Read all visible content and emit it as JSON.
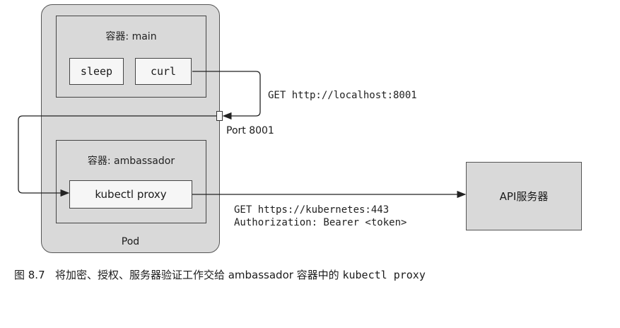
{
  "pod": {
    "label": "Pod"
  },
  "containers": {
    "main": {
      "label": "容器: main",
      "processes": [
        "sleep",
        "curl"
      ]
    },
    "ambassador": {
      "label": "容器: ambassador",
      "process": "kubectl proxy"
    }
  },
  "port": {
    "label": "Port 8001"
  },
  "requests": {
    "local": "GET http://localhost:8001",
    "remote_line1": "GET https://kubernetes:443",
    "remote_line2": "Authorization: Bearer <token>"
  },
  "api_server": {
    "label": "API服务器"
  },
  "caption": {
    "prefix": "图 8.7",
    "text": "将加密、授权、服务器验证工作交给 ambassador 容器中的",
    "code": "kubectl proxy"
  }
}
